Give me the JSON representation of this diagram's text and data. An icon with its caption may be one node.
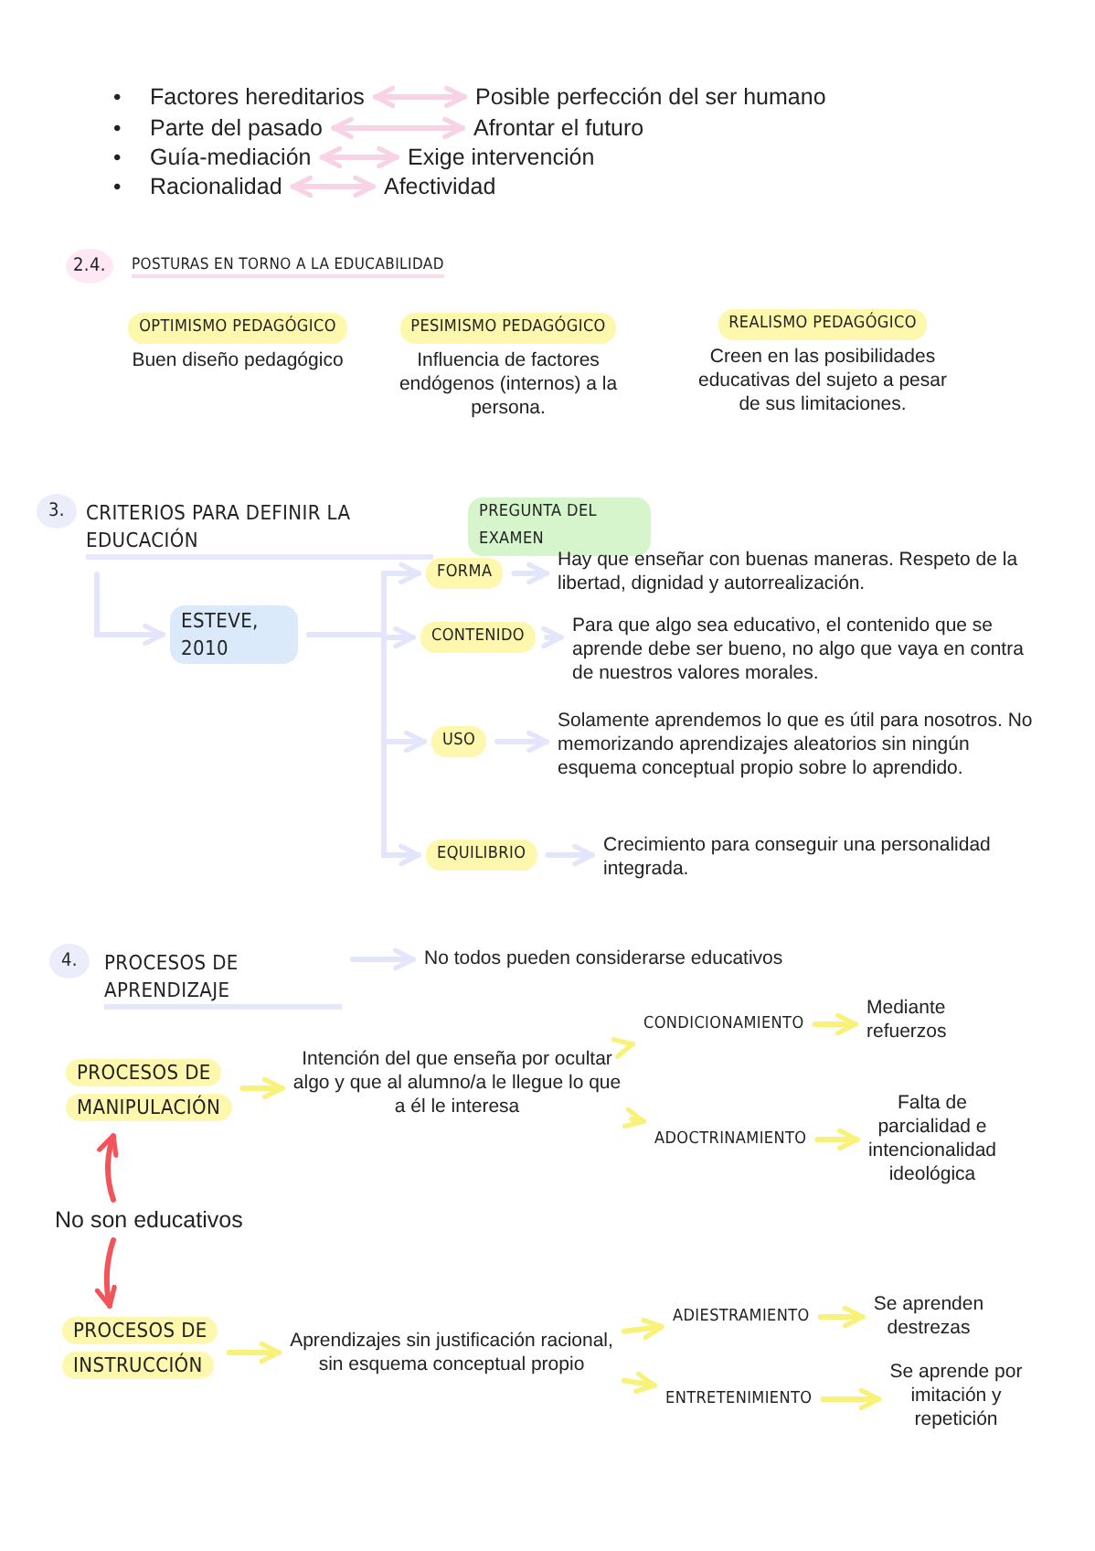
{
  "diagram": {
    "nodes": [
      {
        "text": [
          "Factores hereditarios"
        ]
      },
      {
        "text": [
          "Posible perfección del ser humano"
        ]
      },
      {
        "text": [
          "Parte del pasado"
        ]
      },
      {
        "text": [
          "Afrontar el futuro"
        ]
      },
      {
        "text": [
          "Guía-mediación"
        ]
      },
      {
        "text": [
          "Exige intervención"
        ]
      },
      {
        "text": [
          "Racionalidad"
        ]
      },
      {
        "text": [
          "Afectividad"
        ]
      },
      {
        "text": [
          "OPTIMISMO PEDAGÓGICO"
        ],
        "beside": [
          "Buen diseño pedagógico"
        ]
      },
      {
        "text": [
          "PESIMISMO PEDAGÓGICO"
        ],
        "beside": [
          "Influencia de factores endógenos (internos) a la persona."
        ]
      },
      {
        "text": [
          "REALISMO PEDAGÓGICO"
        ],
        "beside": [
          "Creen en las posibilidades educativas del sujeto a pesar de sus limitaciones."
        ]
      },
      {
        "text": [
          "CRITERIOS PARA DEFINIR LA EDUCACIÓN"
        ]
      },
      {
        "text": [
          "PREGUNTA DEL EXAMEN"
        ]
      },
      {
        "text": [
          "ESTEVE, 2010"
        ]
      },
      {
        "text": [
          "FORMA"
        ]
      },
      {
        "text": [
          "Hay que enseñar con buenas maneras. Respeto de la libertad, dignidad y autorrealización."
        ]
      },
      {
        "text": [
          "CONTENIDO"
        ]
      },
      {
        "text": [
          "Para que algo sea educativo, el contenido que se aprende debe ser bueno, no algo que vaya en contra de nuestros valores morales."
        ]
      },
      {
        "text": [
          "USO"
        ]
      },
      {
        "text": [
          "Solamente aprendemos lo que es útil para nosotros. No memorizando aprendizajes aleatorios sin ningún esquema conceptual propio sobre lo aprendido."
        ]
      },
      {
        "text": [
          "EQUILIBRIO"
        ]
      },
      {
        "text": [
          "Crecimiento para conseguir una personalidad integrada."
        ]
      },
      {
        "text": [
          "PROCESOS DE APRENDIZAJE"
        ]
      },
      {
        "text": [
          "No todos pueden considerarse educativos"
        ]
      },
      {
        "text": [
          "PROCESOS DE MANIPULACIÓN"
        ]
      },
      {
        "text": [
          "Intención del que enseña por ocultar algo y que al alumno/a le llegue lo que a él le interesa"
        ]
      },
      {
        "text": [
          "CONDICIONAMIENTO"
        ]
      },
      {
        "text": [
          "Mediante refuerzos"
        ]
      },
      {
        "text": [
          "ADOCTRINAMIENTO"
        ]
      },
      {
        "text": [
          "Falta de parcialidad e intencionalidad ideológica"
        ]
      },
      {
        "text": [
          "No son educativos"
        ]
      },
      {
        "text": [
          "PROCESOS DE INSTRUCCIÓN"
        ]
      },
      {
        "text": [
          "Aprendizajes sin justificación racional, sin esquema conceptual propio"
        ]
      },
      {
        "text": [
          "ADIESTRAMIENTO"
        ]
      },
      {
        "text": [
          "Se aprenden destrezas"
        ]
      },
      {
        "text": [
          "ENTRETENIMIENTO"
        ]
      },
      {
        "text": [
          "Se aprende por imitación y repetición"
        ]
      }
    ],
    "edges": [
      {
        "from": 0,
        "to": 1,
        "arrow": "both",
        "color": "#f8d3e6"
      },
      {
        "from": 2,
        "to": 3,
        "arrow": "both",
        "color": "#f8d3e6"
      },
      {
        "from": 4,
        "to": 5,
        "arrow": "both",
        "color": "#f8d3e6"
      },
      {
        "from": 6,
        "to": 7,
        "arrow": "both",
        "color": "#f8d3e6"
      },
      {
        "from": 11,
        "to": 13,
        "arrow": "to",
        "color": "#e3e5fa"
      },
      {
        "from": 13,
        "to": 14,
        "arrow": "to",
        "color": "#e3e5fa"
      },
      {
        "from": 13,
        "to": 16,
        "arrow": "to",
        "color": "#e3e5fa"
      },
      {
        "from": 13,
        "to": 18,
        "arrow": "to",
        "color": "#e3e5fa"
      },
      {
        "from": 13,
        "to": 20,
        "arrow": "to",
        "color": "#e3e5fa"
      },
      {
        "from": 14,
        "to": 15,
        "arrow": "to",
        "color": "#e3e5fa"
      },
      {
        "from": 16,
        "to": 17,
        "arrow": "to",
        "color": "#e3e5fa"
      },
      {
        "from": 18,
        "to": 19,
        "arrow": "to",
        "color": "#e3e5fa"
      },
      {
        "from": 20,
        "to": 21,
        "arrow": "to",
        "color": "#e3e5fa"
      },
      {
        "from": 22,
        "to": 23,
        "arrow": "to",
        "color": "#e3e5fa"
      },
      {
        "from": 24,
        "to": 25,
        "arrow": "to",
        "color": "#f9f27a"
      },
      {
        "from": 25,
        "to": 26,
        "arrow": "to",
        "color": "#f9f27a"
      },
      {
        "from": 25,
        "to": 28,
        "arrow": "to",
        "color": "#f9f27a"
      },
      {
        "from": 26,
        "to": 27,
        "arrow": "to",
        "color": "#f9f27a"
      },
      {
        "from": 28,
        "to": 29,
        "arrow": "to",
        "color": "#f9f27a"
      },
      {
        "from": 30,
        "to": 24,
        "arrow": "to",
        "color": "#f2545b"
      },
      {
        "from": 30,
        "to": 31,
        "arrow": "to",
        "color": "#f2545b"
      },
      {
        "from": 31,
        "to": 32,
        "arrow": "to",
        "color": "#f9f27a"
      },
      {
        "from": 32,
        "to": 33,
        "arrow": "to",
        "color": "#f9f27a"
      },
      {
        "from": 32,
        "to": 35,
        "arrow": "to",
        "color": "#f9f27a"
      },
      {
        "from": 33,
        "to": 34,
        "arrow": "to",
        "color": "#f9f27a"
      },
      {
        "from": 35,
        "to": 36,
        "arrow": "to",
        "color": "#f9f27a"
      }
    ],
    "labels": [
      "•",
      "•",
      "•",
      "•",
      "2.4.",
      "POSTURAS EN TORNO A LA EDUCABILIDAD",
      "3.",
      "4."
    ]
  }
}
